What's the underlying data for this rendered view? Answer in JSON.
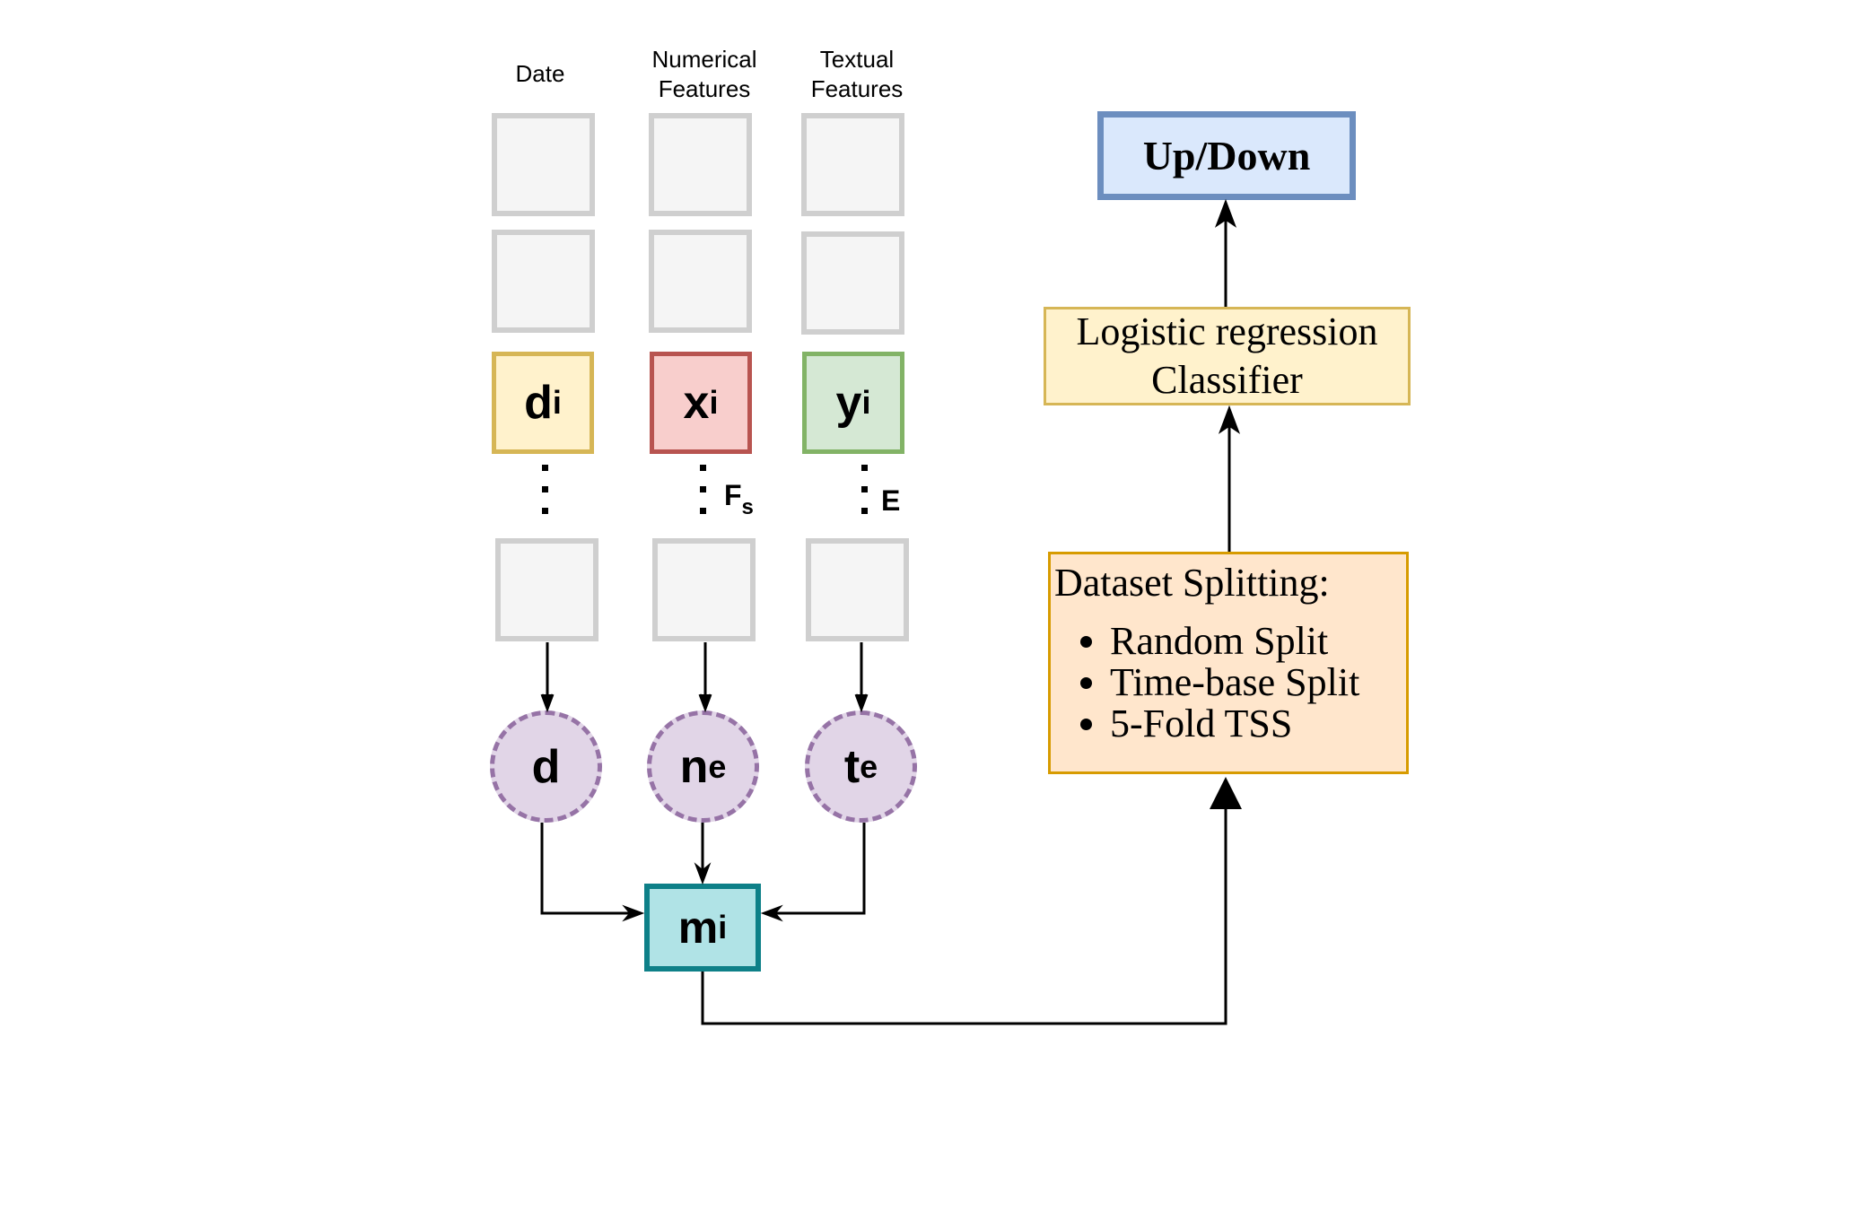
{
  "columns": {
    "date": {
      "header": "Date",
      "feature_base": "d",
      "feature_sub": "i",
      "node_base": "d",
      "node_sub": ""
    },
    "numerical": {
      "header_line1": "Numerical",
      "header_line2": "Features",
      "feature_base": "x",
      "feature_sub": "i",
      "annotation_base": "F",
      "annotation_sub": "s",
      "node_base": "n",
      "node_sub": "e"
    },
    "textual": {
      "header_line1": "Textual",
      "header_line2": "Features",
      "feature_base": "y",
      "feature_sub": "i",
      "annotation": "E",
      "node_base": "t",
      "node_sub": "e"
    }
  },
  "merge": {
    "base": "m",
    "sub": "i"
  },
  "splitting": {
    "title": "Dataset Splitting:",
    "items": [
      "Random Split",
      "Time-base Split",
      "5-Fold TSS"
    ]
  },
  "classifier": {
    "line1": "Logistic regression",
    "line2": "Classifier"
  },
  "output": {
    "label": "Up/Down"
  },
  "colors": {
    "date_fill": "#fff2cc",
    "date_border": "#d6b656",
    "numerical_fill": "#f8cecc",
    "numerical_border": "#b85450",
    "textual_fill": "#d5e8d4",
    "textual_border": "#82b366",
    "node_fill": "#e1d5e7",
    "node_border": "#9673a6",
    "merge_fill": "#b0e3e6",
    "merge_border": "#0e8088",
    "split_fill": "#ffe6cc",
    "split_border": "#d79b00",
    "output_fill": "#dae8fc",
    "output_border": "#6c8ebf"
  }
}
